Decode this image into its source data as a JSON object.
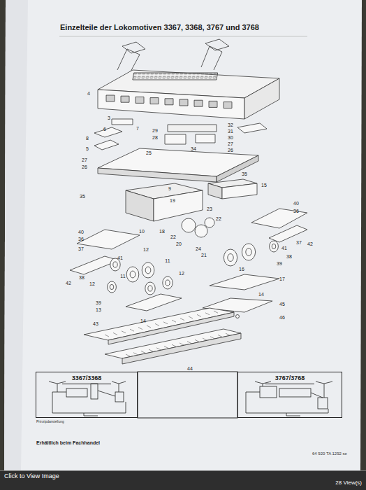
{
  "diagram": {
    "title": "Einzelteile der Lokomotiven 3367, 3368, 3767 und 3768",
    "nodes": [
      {
        "text": [
          "3367/3368"
        ]
      },
      {
        "text": [
          "3767/3768"
        ]
      }
    ],
    "labels": [
      "4",
      "3",
      "6",
      "7",
      "8",
      "5",
      "27",
      "26",
      "25",
      "29",
      "28",
      "32",
      "31",
      "30",
      "34",
      "27",
      "26",
      "9",
      "35",
      "15",
      "35",
      "19",
      "23",
      "40",
      "36",
      "22",
      "22",
      "20",
      "18",
      "10",
      "40",
      "36",
      "37",
      "41",
      "12",
      "11",
      "11",
      "12",
      "38",
      "12",
      "42",
      "39",
      "13",
      "14",
      "24",
      "21",
      "41",
      "38",
      "37",
      "42",
      "39",
      "16",
      "17",
      "14",
      "45",
      "46",
      "43",
      "44",
      "Prinzipdarstellung",
      "Erhältlich beim Fachhandel",
      "64 920 TA 1292 se",
      "Click to View Image",
      "28 View(s)"
    ]
  }
}
